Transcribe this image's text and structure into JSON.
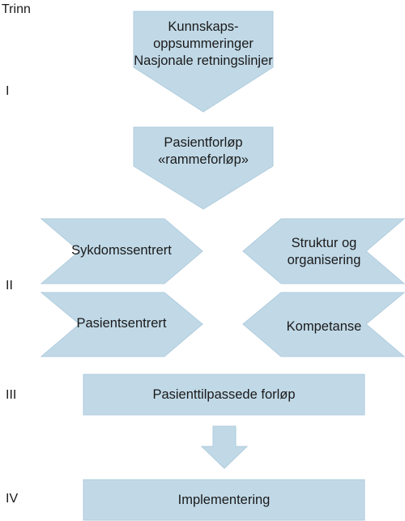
{
  "header": {
    "label": "Trinn"
  },
  "stages": [
    "I",
    "II",
    "III",
    "IV"
  ],
  "boxes": {
    "top": {
      "lines": [
        "Kunnskaps-",
        "oppsummeringer",
        "Nasjonale retningslinjer"
      ]
    },
    "pathway": {
      "lines": [
        "Pasientforløp",
        "«rammeforløp»"
      ]
    },
    "left1": {
      "lines": [
        "Sykdomssentrert"
      ]
    },
    "left2": {
      "lines": [
        "Pasientsentrert"
      ]
    },
    "right1": {
      "lines": [
        "Struktur og",
        "organisering"
      ]
    },
    "right2": {
      "lines": [
        "Kompetanse"
      ]
    },
    "tailored": {
      "lines": [
        "Pasienttilpassede forløp"
      ]
    },
    "implementation": {
      "lines": [
        "Implementering"
      ]
    }
  },
  "colors": {
    "fill": "#c1d9e7",
    "stroke": "#b0ccdd",
    "text": "#1a1a1a"
  }
}
